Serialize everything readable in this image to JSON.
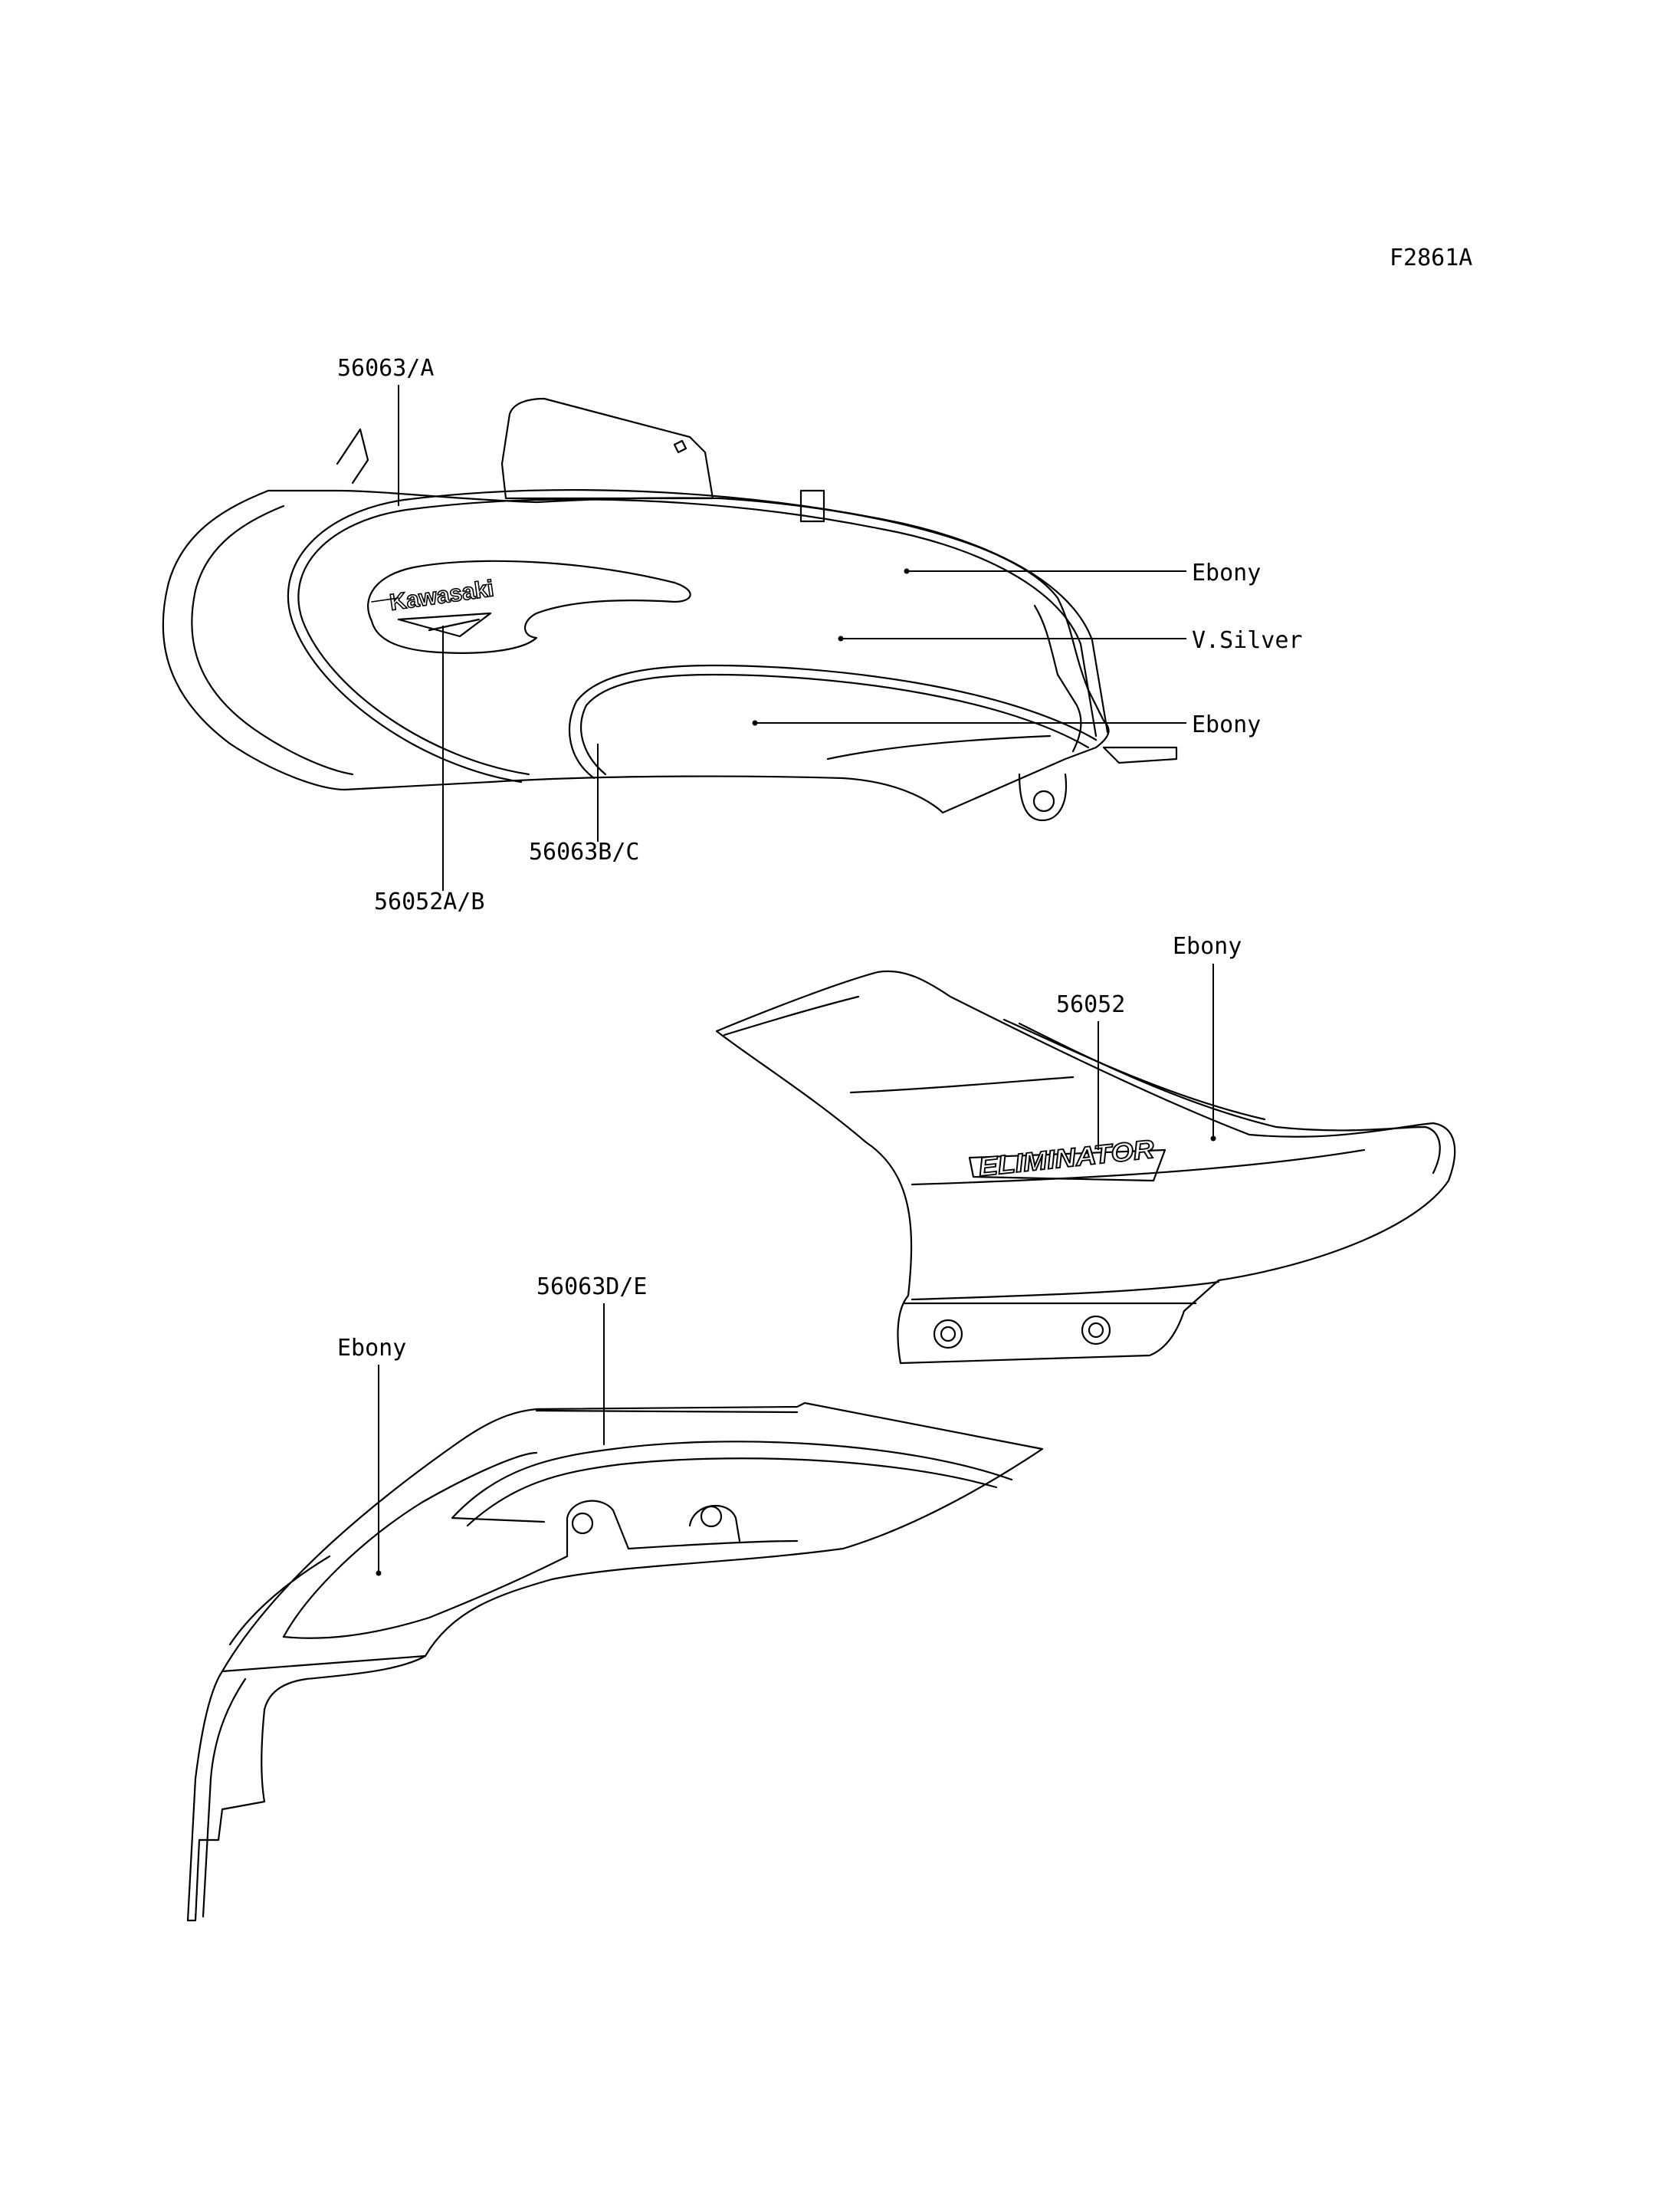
{
  "figure_code": "F2861A",
  "callouts": {
    "tank_stripe_upper": "56063/A",
    "tank_emblem": "56052A/B",
    "tank_stripe_lower": "56063B/C",
    "tank_upper_color": "Ebony",
    "tank_mid_color": "V.Silver",
    "tank_lower_color": "Ebony",
    "cover_emblem": "56052",
    "cover_color": "Ebony",
    "fender_stripe": "56063D/E",
    "fender_color": "Ebony"
  },
  "emblems": {
    "tank_logo_text": "Kawasaki",
    "cover_logo_text": "ELIMINATOR"
  }
}
